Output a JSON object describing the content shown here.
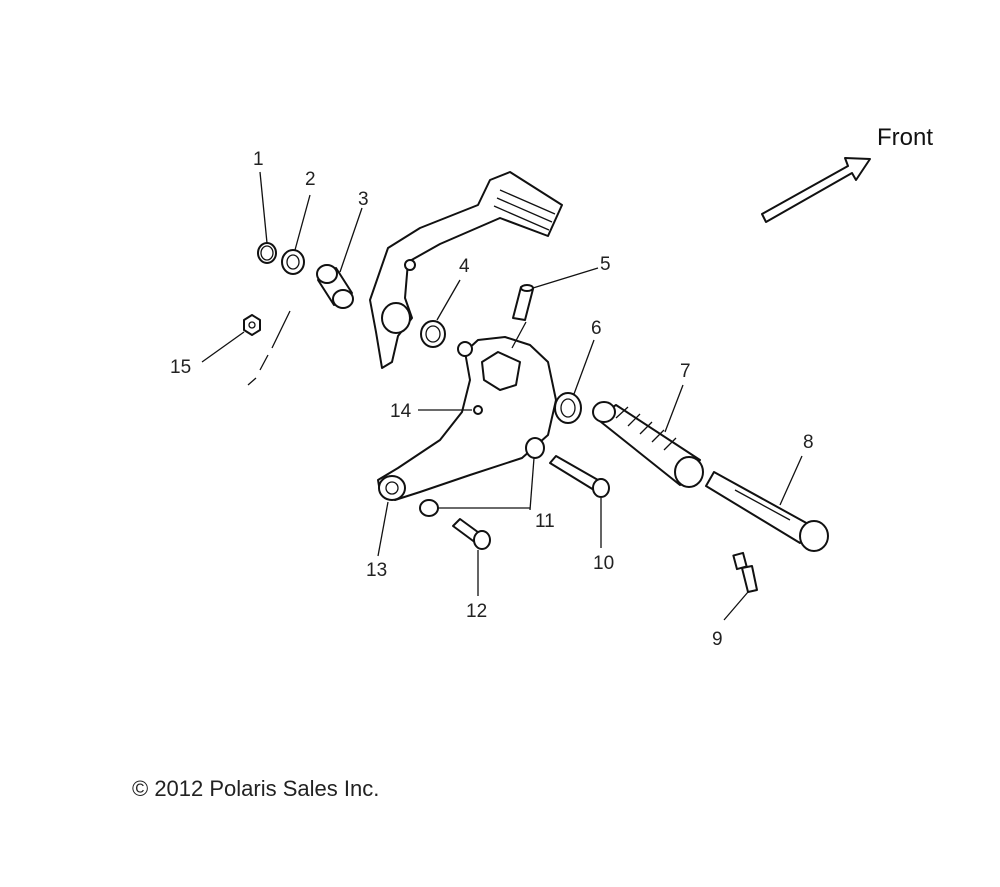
{
  "direction": {
    "label": "Front"
  },
  "callouts": [
    "1",
    "2",
    "3",
    "4",
    "5",
    "6",
    "7",
    "8",
    "9",
    "10",
    "11",
    "12",
    "13",
    "14",
    "15"
  ],
  "copyright": "© 2012 Polaris Sales Inc."
}
